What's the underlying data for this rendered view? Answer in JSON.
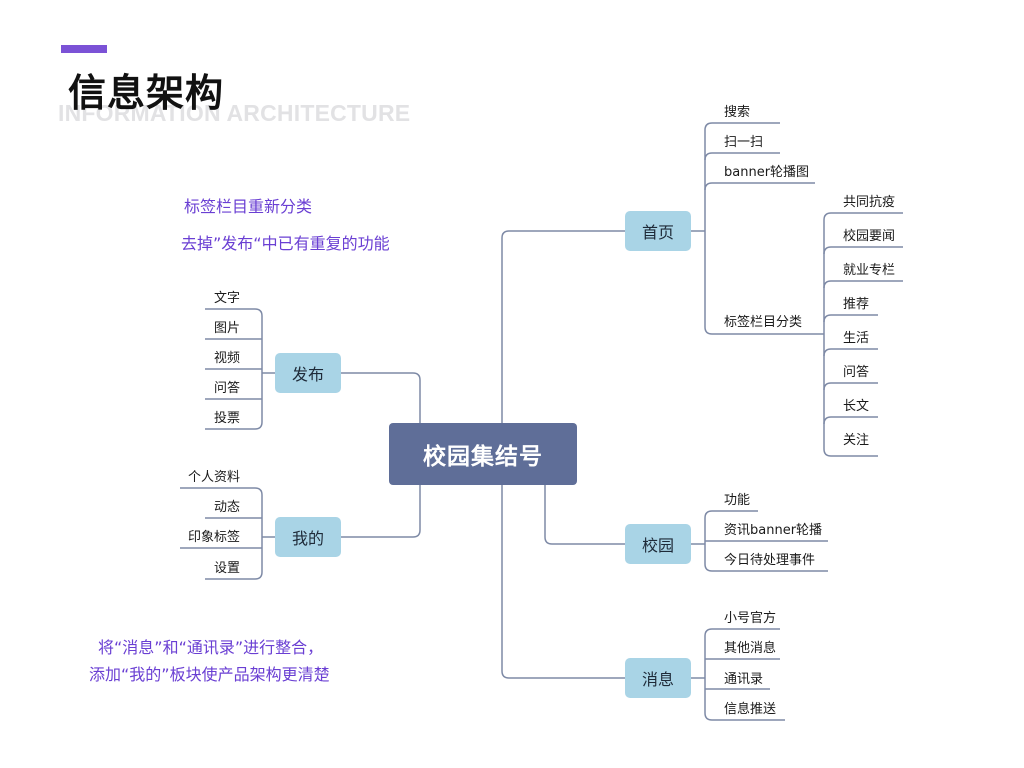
{
  "header": {
    "title": "信息架构",
    "subtitle": "INFORMATION ARCHITECTURE"
  },
  "notes": {
    "top_line1": "标签栏目重新分类",
    "top_line2": "去掉”发布“中已有重复的功能",
    "bottom_line1": "将“消息”和“通讯录”进行整合，",
    "bottom_line2": "添加“我的”板块使产品架构更清楚"
  },
  "mindmap": {
    "center": "校园集结号",
    "home": {
      "label": "首页",
      "children": [
        "搜索",
        "扫一扫",
        "banner轮播图",
        "标签栏目分类"
      ],
      "tab_children": [
        "共同抗疫",
        "校园要闻",
        "就业专栏",
        "推荐",
        "生活",
        "问答",
        "长文",
        "关注"
      ]
    },
    "campus": {
      "label": "校园",
      "children": [
        "功能",
        "资讯banner轮播",
        "今日待处理事件"
      ]
    },
    "message": {
      "label": "消息",
      "children": [
        "小号官方",
        "其他消息",
        "通讯录",
        "信息推送"
      ]
    },
    "publish": {
      "label": "发布",
      "children": [
        "文字",
        "图片",
        "视频",
        "问答",
        "投票"
      ]
    },
    "mine": {
      "label": "我的",
      "children": [
        "个人资料",
        "动态",
        "印象标签",
        "设置"
      ]
    }
  },
  "colors": {
    "accent": "#7b52d6",
    "note_text": "#6a3fd3",
    "center_node": "#5f6e98",
    "branch_node": "#a9d4e6",
    "connector": "#7e8aa6"
  }
}
